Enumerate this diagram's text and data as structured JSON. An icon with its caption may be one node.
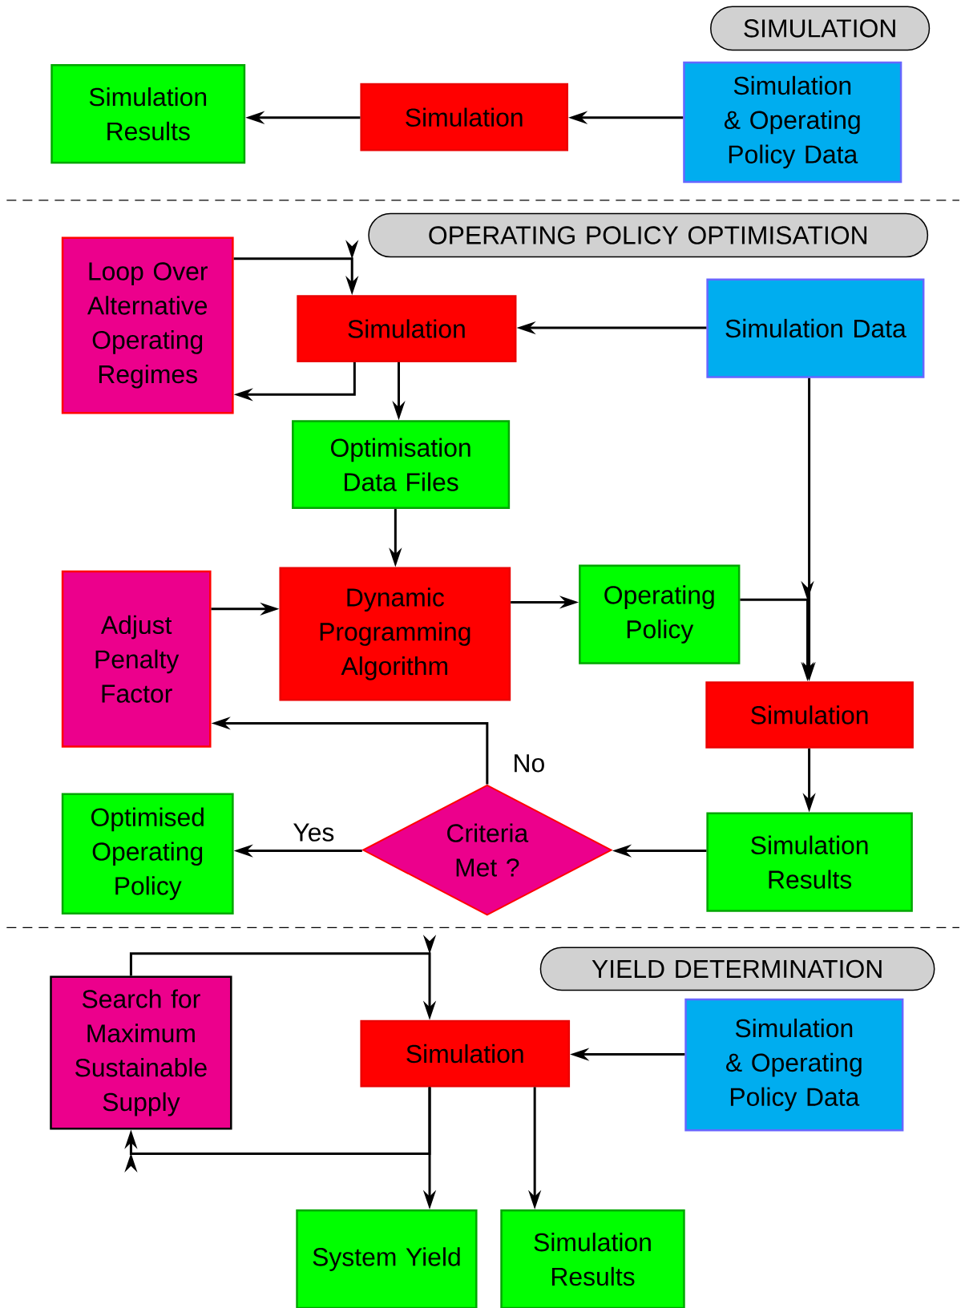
{
  "diagram": {
    "nodes": [
      {
        "text": [
          "SIMULATION"
        ]
      },
      {
        "text": [
          "Simulation Results"
        ]
      },
      {
        "text": [
          "Simulation"
        ]
      },
      {
        "text": [
          "Simulation & Operating Policy Data"
        ]
      },
      {
        "text": [
          "OPERATING POLICY OPTIMISATION"
        ]
      },
      {
        "text": [
          "Loop Over Alternative Operating Regimes"
        ]
      },
      {
        "text": [
          "Simulation"
        ]
      },
      {
        "text": [
          "Simulation Data"
        ]
      },
      {
        "text": [
          "Optimisation Data Files"
        ]
      },
      {
        "text": [
          "Adjust Penalty Factor"
        ]
      },
      {
        "text": [
          "Dynamic Programming Algorithm"
        ]
      },
      {
        "text": [
          "Operating Policy"
        ]
      },
      {
        "text": [
          "Simulation"
        ]
      },
      {
        "text": [
          "Optimised Operating Policy"
        ]
      },
      {
        "text": [
          "Criteria Met ?"
        ]
      },
      {
        "text": [
          "Simulation Results"
        ]
      },
      {
        "text": [
          "YIELD DETERMINATION"
        ]
      },
      {
        "text": [
          "Search for Maximum Sustainable Supply"
        ]
      },
      {
        "text": [
          "Simulation"
        ]
      },
      {
        "text": [
          "Simulation & Operating Policy Data"
        ]
      },
      {
        "text": [
          "System Yield"
        ]
      },
      {
        "text": [
          "Simulation Results"
        ]
      }
    ],
    "edges": [
      {
        "from": 2,
        "to": 1,
        "arrow": "to"
      },
      {
        "from": 3,
        "to": 2,
        "arrow": "to"
      },
      {
        "from": 5,
        "to": 6,
        "arrow": "to"
      },
      {
        "from": 6,
        "to": 5,
        "arrow": "to"
      },
      {
        "from": 7,
        "to": 6,
        "arrow": "to"
      },
      {
        "from": 6,
        "to": 8,
        "arrow": "to"
      },
      {
        "from": 8,
        "to": 10,
        "arrow": "to"
      },
      {
        "from": 9,
        "to": 10,
        "arrow": "to"
      },
      {
        "from": 10,
        "to": 11,
        "arrow": "to"
      },
      {
        "from": 11,
        "to": 12,
        "arrow": "to"
      },
      {
        "from": 7,
        "to": 12,
        "arrow": "to"
      },
      {
        "from": 12,
        "to": 15,
        "arrow": "to"
      },
      {
        "from": 15,
        "to": 14,
        "arrow": "to"
      },
      {
        "from": 14,
        "to": 13,
        "arrow": "to",
        "label": "Yes"
      },
      {
        "from": 14,
        "to": 9,
        "arrow": "to",
        "label": "No"
      },
      {
        "from": 17,
        "to": 18,
        "arrow": "to"
      },
      {
        "from": 18,
        "to": 17,
        "arrow": "to"
      },
      {
        "from": 18,
        "to": 20,
        "arrow": "to"
      },
      {
        "from": 18,
        "to": 21,
        "arrow": "to"
      },
      {
        "from": 19,
        "to": 18,
        "arrow": "to"
      }
    ]
  }
}
